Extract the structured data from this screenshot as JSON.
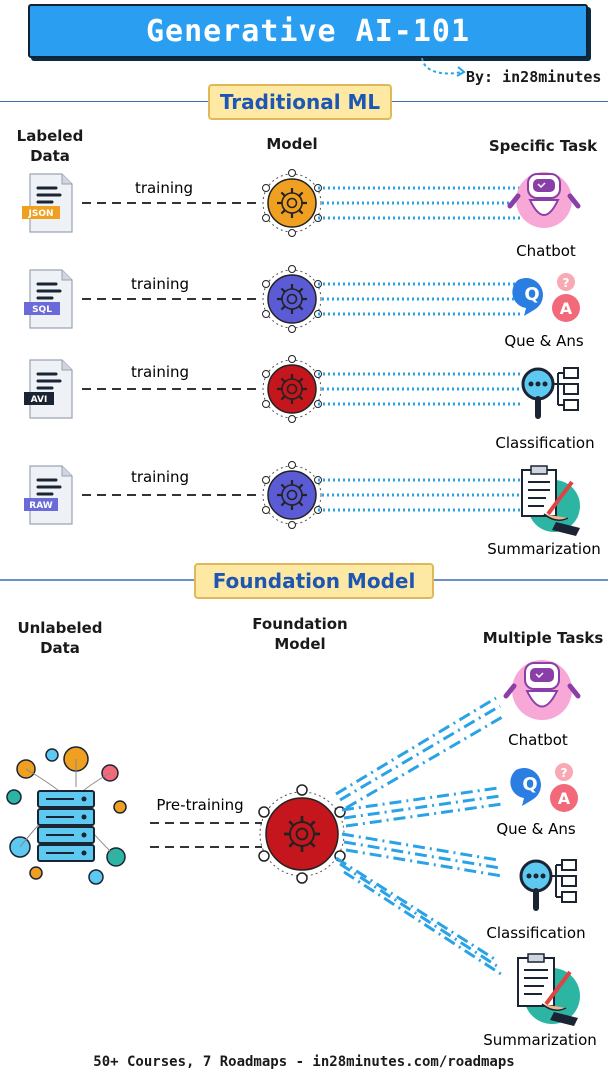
{
  "title": "Generative AI-101",
  "byline": "By: in28minutes",
  "traditional": {
    "heading": "Traditional ML",
    "col_data": "Labeled\nData",
    "col_model": "Model",
    "col_task": "Specific Task",
    "rows": [
      {
        "file": "JSON",
        "edge": "training",
        "task": "Chatbot",
        "model_color": "#f0a020"
      },
      {
        "file": "SQL",
        "edge": "training",
        "task": "Que & Ans",
        "model_color": "#5b5bd6"
      },
      {
        "file": "AVI",
        "edge": "training",
        "task": "Classification",
        "model_color": "#c4161c"
      },
      {
        "file": "RAW",
        "edge": "training",
        "task": "Summarization",
        "model_color": "#5b5bd6"
      }
    ]
  },
  "foundation": {
    "heading": "Foundation Model",
    "col_data": "Unlabeled\nData",
    "col_model": "Foundation\nModel",
    "col_task": "Multiple Tasks",
    "edge": "Pre-training",
    "model_color": "#c4161c",
    "tasks": [
      "Chatbot",
      "Que & Ans",
      "Classification",
      "Summarization"
    ]
  },
  "icons": {
    "qa_q": "Q",
    "qa_a": "A",
    "qa_mark": "?"
  },
  "colors": {
    "accent": "#2a9ef0",
    "dots": "#29a3e6",
    "pill": "#fde8a4",
    "pill_text": "#1e56b4"
  },
  "footer": "50+ Courses, 7 Roadmaps - in28minutes.com/roadmaps"
}
